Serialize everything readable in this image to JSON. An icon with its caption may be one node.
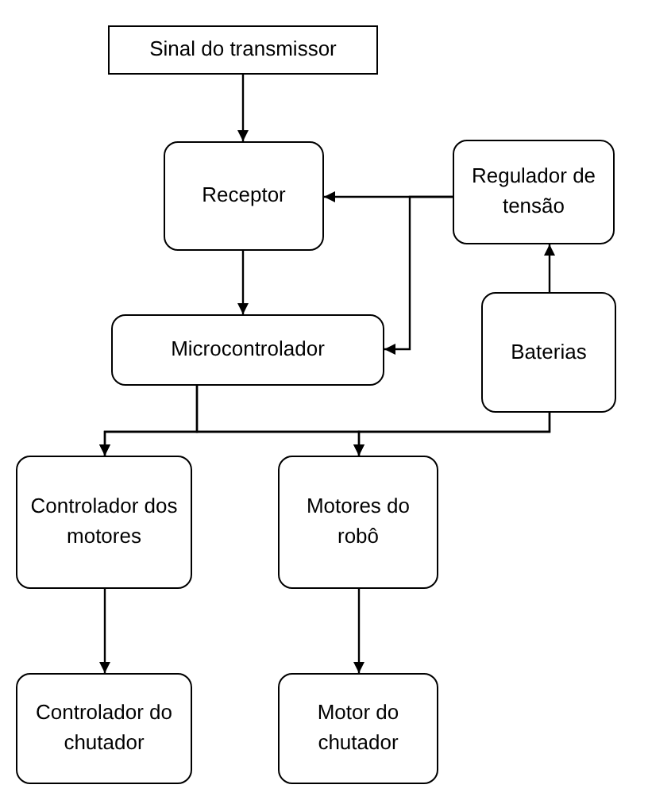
{
  "diagram": {
    "nodes": [
      {
        "text": [
          "Sinal do transmissor"
        ]
      },
      {
        "text": [
          "Receptor"
        ]
      },
      {
        "text": [
          "Regulador de tensão"
        ]
      },
      {
        "text": [
          "Microcontrolador"
        ]
      },
      {
        "text": [
          "Baterias"
        ]
      },
      {
        "text": [
          "Controlador dos motores"
        ]
      },
      {
        "text": [
          "Motores do robô"
        ]
      },
      {
        "text": [
          "Controlador do chutador"
        ]
      },
      {
        "text": [
          "Motor do chutador"
        ]
      }
    ],
    "edges": [
      {
        "from": 0,
        "to": 1,
        "arrow": "to"
      },
      {
        "from": 1,
        "to": 3,
        "arrow": "to"
      },
      {
        "from": 4,
        "to": 2,
        "arrow": "to"
      },
      {
        "from": 2,
        "to": 1,
        "arrow": "to"
      },
      {
        "from": 2,
        "to": 3,
        "arrow": "to"
      },
      {
        "from": 3,
        "to": 5,
        "arrow": "to"
      },
      {
        "from": 3,
        "to": 6,
        "arrow": "to"
      },
      {
        "from": 4,
        "to": 5,
        "arrow": "to"
      },
      {
        "from": 4,
        "to": 6,
        "arrow": "to"
      },
      {
        "from": 5,
        "to": 7,
        "arrow": "to"
      },
      {
        "from": 6,
        "to": 8,
        "arrow": "to"
      }
    ]
  }
}
